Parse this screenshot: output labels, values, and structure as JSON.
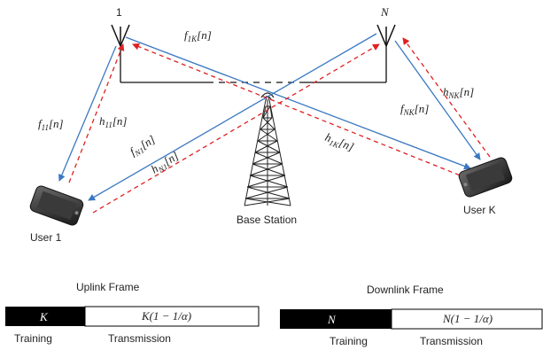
{
  "antennas": {
    "left_label": "1",
    "right_label": "N"
  },
  "base_station": {
    "label": "Base Station"
  },
  "users": {
    "left_label": "User 1",
    "right_label": "User K"
  },
  "links": {
    "f11": "f",
    "f11_sub": "11",
    "f11_arg": "[n]",
    "h11": "h",
    "h11_sub": "11",
    "h11_arg": "[n]",
    "f1K": "f",
    "f1K_sub": "1K",
    "f1K_arg": "[n]",
    "fN1": "f",
    "fN1_sub": "N1",
    "fN1_arg": "[n]",
    "hN1": "h",
    "hN1_sub": "N1",
    "hN1_arg": "[n]",
    "h1K": "h",
    "h1K_sub": "1K",
    "h1K_arg": "[n]",
    "hNK": "h",
    "hNK_sub": "NK",
    "hNK_arg": "[n]",
    "fNK": "f",
    "fNK_sub": "NK",
    "fNK_arg": "[n]"
  },
  "uplink_frame": {
    "title": "Uplink Frame",
    "training_symbol": "K",
    "transmission_expr": "K(1 − 1/α)",
    "training_label": "Training",
    "transmission_label": "Transmission"
  },
  "downlink_frame": {
    "title": "Downlink Frame",
    "training_symbol": "N",
    "transmission_expr": "N(1 − 1/α)",
    "training_label": "Training",
    "transmission_label": "Transmission"
  },
  "colors": {
    "downlink_line": "#3a78c2",
    "uplink_line": "#e02020",
    "frame_fill": "#000000"
  }
}
